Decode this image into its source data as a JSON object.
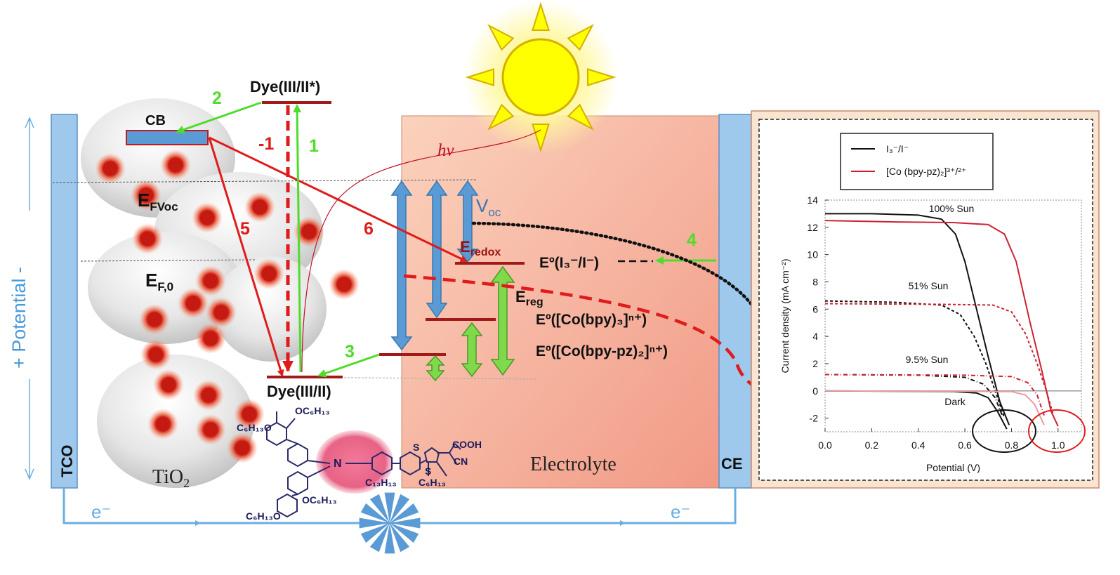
{
  "left_panel": {
    "tco": "TCO",
    "ce": "CE",
    "potential_axis": "+ Potential -",
    "tio2": "TiO",
    "tio2_sub": "2",
    "electrolyte": "Electrolyte",
    "electron_left": "e⁻",
    "electron_right": "e⁻",
    "hv": "hν",
    "levels": {
      "cb": "CB",
      "dye_excited": "Dye(III/II*)",
      "dye_ground": "Dye(III/II)",
      "ef_voc": "E",
      "ef_voc_sub": "FVoc",
      "ef0": "E",
      "ef0_sub": "F,0",
      "voc": "V",
      "voc_sub": "oc",
      "eredox": "E",
      "eredox_sub": "redox",
      "ereg": "E",
      "ereg_sub": "reg",
      "e_iodide": "Eº(I₃⁻/I⁻)",
      "e_co_bpy": "Eº([Co(bpy)₃]ⁿ⁺)",
      "e_co_bpypz": "Eº([Co(bpy-pz)₂]ⁿ⁺)"
    },
    "steps": {
      "s1": "1",
      "s2": "2",
      "s3": "3",
      "s4": "4",
      "s5": "5",
      "s6": "6",
      "sm1": "-1"
    },
    "molecule": {
      "sub1": "C₆H₁₃O",
      "sub2": "OC₆H₁₃",
      "sub3": "C₆H₁₃O",
      "sub4": "OC₆H₁₃",
      "n": "N",
      "s1": "S",
      "s2": "S",
      "acid": "COOH",
      "cn": "CN",
      "alk1": "C₁₃H₁₃",
      "alk2": "C₆H₁₃"
    }
  },
  "chart_data": {
    "type": "line",
    "xlabel": "Potential (V)",
    "ylabel": "Current density (mA cm⁻²)",
    "xlim": [
      0,
      1.1
    ],
    "ylim": [
      -3,
      14
    ],
    "x_ticks": [
      "0.0",
      "0.2",
      "0.4",
      "0.6",
      "0.8",
      "1.0"
    ],
    "y_ticks": [
      "-2",
      "0",
      "2",
      "4",
      "6",
      "8",
      "10",
      "12",
      "14"
    ],
    "legend": {
      "placement": "top-left",
      "entries": [
        {
          "label": "I₃⁻/I⁻",
          "color": "#111111"
        },
        {
          "label": "[Co (bpy-pz)₂]³⁺/²⁺",
          "color": "#cc2233"
        }
      ]
    },
    "annotations": [
      "100% Sun",
      "51% Sun",
      "9.5% Sun",
      "Dark"
    ],
    "series": [
      {
        "name": "I₃⁻/I⁻",
        "condition": "100% Sun",
        "color": "#111111",
        "dash": "solid",
        "points": [
          [
            0,
            13.0
          ],
          [
            0.2,
            13.0
          ],
          [
            0.4,
            12.9
          ],
          [
            0.5,
            12.6
          ],
          [
            0.56,
            11.5
          ],
          [
            0.6,
            9.5
          ],
          [
            0.65,
            6
          ],
          [
            0.7,
            2.5
          ],
          [
            0.75,
            -0.8
          ],
          [
            0.79,
            -2.5
          ]
        ]
      },
      {
        "name": "[Co (bpy-pz)₂]³⁺/²⁺",
        "condition": "100% Sun",
        "color": "#cc2233",
        "dash": "solid",
        "points": [
          [
            0,
            12.5
          ],
          [
            0.3,
            12.4
          ],
          [
            0.55,
            12.35
          ],
          [
            0.7,
            12.2
          ],
          [
            0.77,
            11.5
          ],
          [
            0.82,
            9.5
          ],
          [
            0.88,
            5
          ],
          [
            0.93,
            1.5
          ],
          [
            0.97,
            -1.5
          ],
          [
            1.0,
            -2.6
          ]
        ]
      },
      {
        "name": "I₃⁻/I⁻",
        "condition": "51% Sun",
        "color": "#111111",
        "dash": "dash",
        "points": [
          [
            0,
            6.6
          ],
          [
            0.3,
            6.5
          ],
          [
            0.5,
            6.3
          ],
          [
            0.58,
            5.6
          ],
          [
            0.64,
            4
          ],
          [
            0.69,
            2
          ],
          [
            0.73,
            0
          ],
          [
            0.77,
            -2.0
          ]
        ]
      },
      {
        "name": "[Co (bpy-pz)₂]³⁺/²⁺",
        "condition": "51% Sun",
        "color": "#cc2233",
        "dash": "dash",
        "points": [
          [
            0,
            6.4
          ],
          [
            0.5,
            6.35
          ],
          [
            0.72,
            6.3
          ],
          [
            0.8,
            5.8
          ],
          [
            0.86,
            4.2
          ],
          [
            0.91,
            2
          ],
          [
            0.95,
            0
          ],
          [
            0.98,
            -1.8
          ]
        ]
      },
      {
        "name": "I₃⁻/I⁻",
        "condition": "9.5% Sun",
        "color": "#111111",
        "dash": "dashdot",
        "points": [
          [
            0,
            1.2
          ],
          [
            0.4,
            1.15
          ],
          [
            0.6,
            1.0
          ],
          [
            0.68,
            0.5
          ],
          [
            0.73,
            -0.5
          ],
          [
            0.76,
            -1.8
          ]
        ]
      },
      {
        "name": "[Co (bpy-pz)₂]³⁺/²⁺",
        "condition": "9.5% Sun",
        "color": "#cc2233",
        "dash": "dashdot",
        "points": [
          [
            0,
            1.2
          ],
          [
            0.6,
            1.15
          ],
          [
            0.8,
            1.05
          ],
          [
            0.87,
            0.6
          ],
          [
            0.91,
            -0.3
          ],
          [
            0.94,
            -1.8
          ]
        ]
      },
      {
        "name": "I₃⁻/I⁻",
        "condition": "Dark",
        "color": "#111111",
        "dash": "solid",
        "points": [
          [
            0,
            0
          ],
          [
            0.55,
            -0.05
          ],
          [
            0.65,
            -0.15
          ],
          [
            0.7,
            -0.5
          ],
          [
            0.74,
            -1.5
          ],
          [
            0.78,
            -2.8
          ]
        ]
      },
      {
        "name": "[Co (bpy-pz)₂]³⁺/²⁺",
        "condition": "Dark",
        "color": "#e99aa4",
        "dash": "solid",
        "points": [
          [
            0,
            0
          ],
          [
            0.8,
            -0.05
          ],
          [
            0.86,
            -0.3
          ],
          [
            0.9,
            -1.0
          ],
          [
            0.94,
            -2.5
          ]
        ]
      }
    ]
  },
  "colors": {
    "red": "#e01b1b",
    "green": "#4fdc2c",
    "blue": "#5b9bd5",
    "electrolyte": "#f3a58a",
    "dark_red": "#a01a1a"
  }
}
